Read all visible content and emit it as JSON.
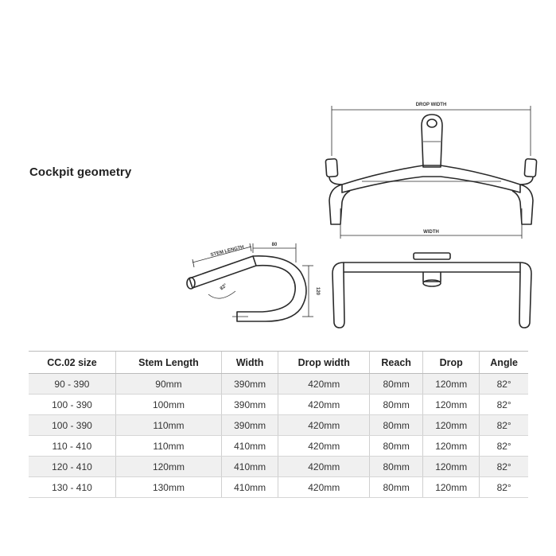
{
  "title": "Cockpit geometry",
  "diagram_labels": {
    "drop_width": "DROP WIDTH",
    "width": "WIDTH",
    "stem_length": "STEM LENGTH",
    "reach": "80",
    "drop": "120",
    "angle": "82°"
  },
  "table": {
    "headers": [
      "CC.02 size",
      "Stem Length",
      "Width",
      "Drop width",
      "Reach",
      "Drop",
      "Angle"
    ],
    "rows": [
      [
        "90 - 390",
        "90mm",
        "390mm",
        "420mm",
        "80mm",
        "120mm",
        "82°"
      ],
      [
        "100 - 390",
        "100mm",
        "390mm",
        "420mm",
        "80mm",
        "120mm",
        "82°"
      ],
      [
        "100 - 390",
        "110mm",
        "390mm",
        "420mm",
        "80mm",
        "120mm",
        "82°"
      ],
      [
        "110 - 410",
        "110mm",
        "410mm",
        "420mm",
        "80mm",
        "120mm",
        "82°"
      ],
      [
        "120 - 410",
        "120mm",
        "410mm",
        "420mm",
        "80mm",
        "120mm",
        "82°"
      ],
      [
        "130 - 410",
        "130mm",
        "410mm",
        "420mm",
        "80mm",
        "120mm",
        "82°"
      ]
    ]
  },
  "colors": {
    "outline": "#2a2a2a",
    "row_shade": "#f0f0f0"
  }
}
